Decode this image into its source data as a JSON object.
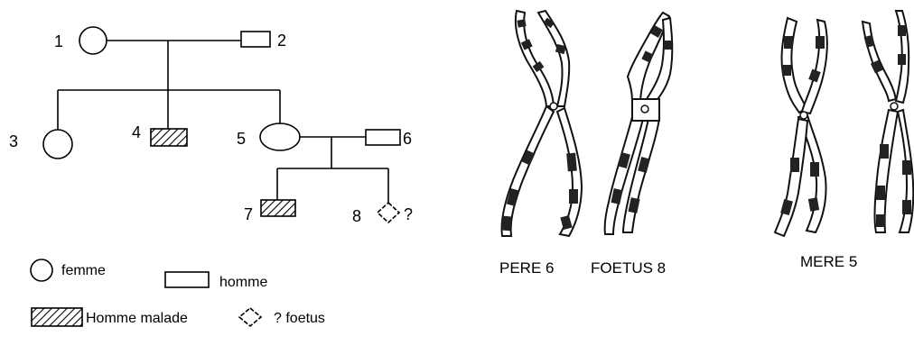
{
  "pedigree": {
    "labels": {
      "i1": "1",
      "i2": "2",
      "i3": "3",
      "i4": "4",
      "i5": "5",
      "i6": "6",
      "i7": "7",
      "i8": "8",
      "fetus_mark": "?"
    }
  },
  "legend": {
    "female": "femme",
    "male": "homme",
    "affected_male": "Homme malade",
    "fetus": "? foetus"
  },
  "chromosomes": {
    "father": "PERE 6",
    "fetus": "FOETUS 8",
    "mother": "MERE 5"
  }
}
